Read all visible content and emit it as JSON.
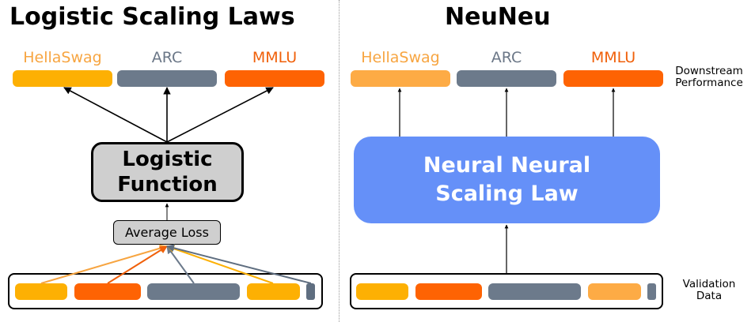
{
  "left": {
    "title": "Logistic Scaling Laws",
    "benchmarks": [
      {
        "label": "HellaSwag",
        "label_color": "#f7a541",
        "bar_color": "#fdb003"
      },
      {
        "label": "ARC",
        "label_color": "#6b7787",
        "bar_color": "#6c7a8b"
      },
      {
        "label": "MMLU",
        "label_color": "#f0600a",
        "bar_color": "#fe6303"
      }
    ],
    "function_box": {
      "line1": "Logistic",
      "line2": "Function"
    },
    "average_box": "Average Loss",
    "validation_segments": [
      {
        "color": "#fdb003"
      },
      {
        "color": "#fe6303"
      },
      {
        "color": "#6c7a8b"
      },
      {
        "color": "#fdb003"
      },
      {
        "color": "#5f6e80"
      }
    ],
    "loss_arrow_colors": [
      "#f7a541",
      "#f0600a",
      "#6c7a8b",
      "#fdb003",
      "#5f6e80"
    ]
  },
  "right": {
    "title": "NeuNeu",
    "benchmarks": [
      {
        "label": "HellaSwag",
        "label_color": "#f7a541",
        "bar_color": "#fdab45"
      },
      {
        "label": "ARC",
        "label_color": "#6b7787",
        "bar_color": "#6c7a8b"
      },
      {
        "label": "MMLU",
        "label_color": "#f0600a",
        "bar_color": "#fe6303"
      }
    ],
    "model_box": {
      "line1": "Neural Neural",
      "line2": "Scaling Law",
      "color": "#6590f8"
    },
    "validation_segments": [
      {
        "color": "#fdb003"
      },
      {
        "color": "#fe6303"
      },
      {
        "color": "#6c7a8b"
      },
      {
        "color": "#fdab45"
      },
      {
        "color": "#6c7a8b"
      }
    ],
    "side_labels": {
      "downstream_1": "Downstream",
      "downstream_2": "Performance",
      "validation_1": "Validation",
      "validation_2": "Data"
    }
  }
}
